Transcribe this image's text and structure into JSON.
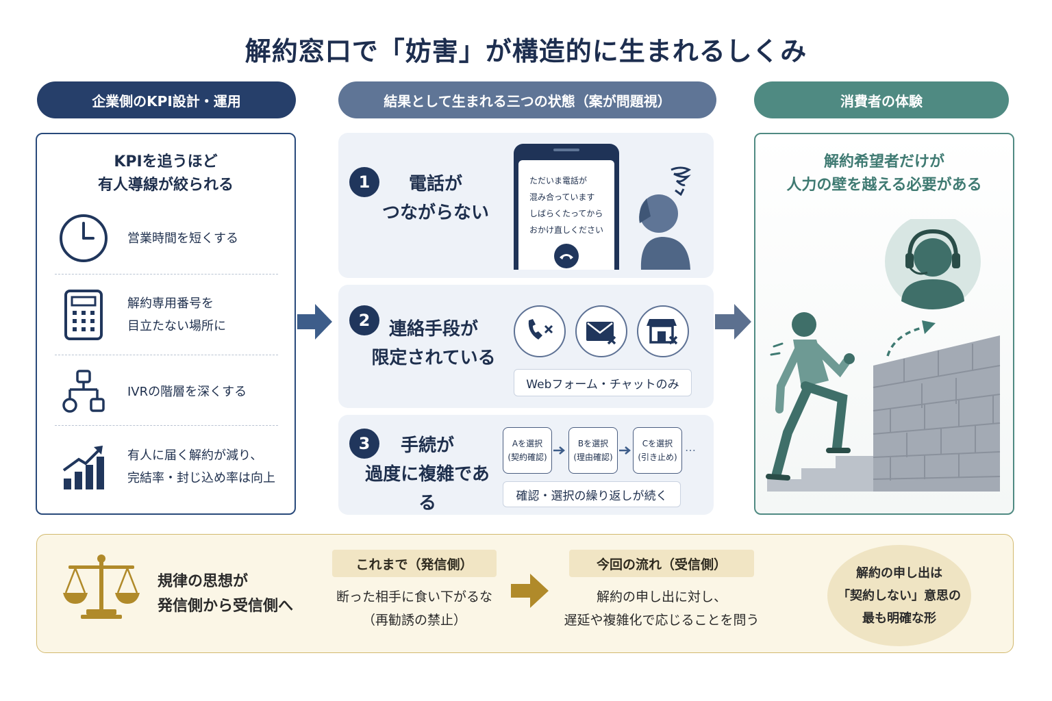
{
  "title": "解約窓口で「妨害」が構造的に生まれるしくみ",
  "columns": {
    "left_header": "企業側のKPI設計・運用",
    "middle_header": "結果として生まれる三つの状態（案が問題視）",
    "right_header": "消費者の体験"
  },
  "left_panel": {
    "heading_line1": "KPIを追うほど",
    "heading_line2": "有人導線が絞られる",
    "items": [
      {
        "icon": "clock-icon",
        "line1": "営業時間を短くする",
        "line2": ""
      },
      {
        "icon": "phone-keypad-icon",
        "line1": "解約専用番号を",
        "line2": "目立たない場所に"
      },
      {
        "icon": "hierarchy-icon",
        "line1": "IVRの階層を深くする",
        "line2": ""
      },
      {
        "icon": "bar-chart-up-icon",
        "line1": "有人に届く解約が減り、",
        "line2": "完結率・封じ込め率は向上"
      }
    ]
  },
  "states": [
    {
      "number": "1",
      "title_line1": "電話が",
      "title_line2": "つながらない",
      "phone_message": [
        "ただいま電話が",
        "混み合っています",
        "しばらくたってから",
        "おかけ直しください"
      ]
    },
    {
      "number": "2",
      "title_line1": "連絡手段が",
      "title_line2": "限定されている",
      "channel_icons": [
        "phone-blocked-icon",
        "mail-blocked-icon",
        "store-blocked-icon"
      ],
      "tag": "Webフォーム・チャットのみ"
    },
    {
      "number": "3",
      "title_line1": "手続が",
      "title_line2": "過度に複雑である",
      "steps": [
        {
          "label": "Aを選択",
          "sub": "(契約確認)"
        },
        {
          "label": "Bを選択",
          "sub": "(理由確認)"
        },
        {
          "label": "Cを選択",
          "sub": "(引き止め)"
        }
      ],
      "ellipsis": "…",
      "tag": "確認・選択の繰り返しが続く"
    }
  ],
  "right_panel": {
    "heading_line1": "解約希望者だけが",
    "heading_line2": "人力の壁を越える必要がある"
  },
  "bottom": {
    "heading_line1": "規律の思想が",
    "heading_line2": "発信側から受信側へ",
    "before_tag": "これまで（発信側）",
    "before_line1": "断った相手に食い下がるな",
    "before_line2": "（再勧誘の禁止）",
    "after_tag": "今回の流れ（受信側）",
    "after_line1": "解約の申し出に対し、",
    "after_line2": "遅延や複雑化で応じることを問う",
    "bubble_line1": "解約の申し出は",
    "bubble_line2": "「契約しない」意思の",
    "bubble_line3": "最も明確な形"
  },
  "colors": {
    "navy": "#20365c",
    "slate": "#5f7596",
    "teal": "#4f8a82",
    "gold": "#b08a2a",
    "cream": "#fbf6e6"
  }
}
